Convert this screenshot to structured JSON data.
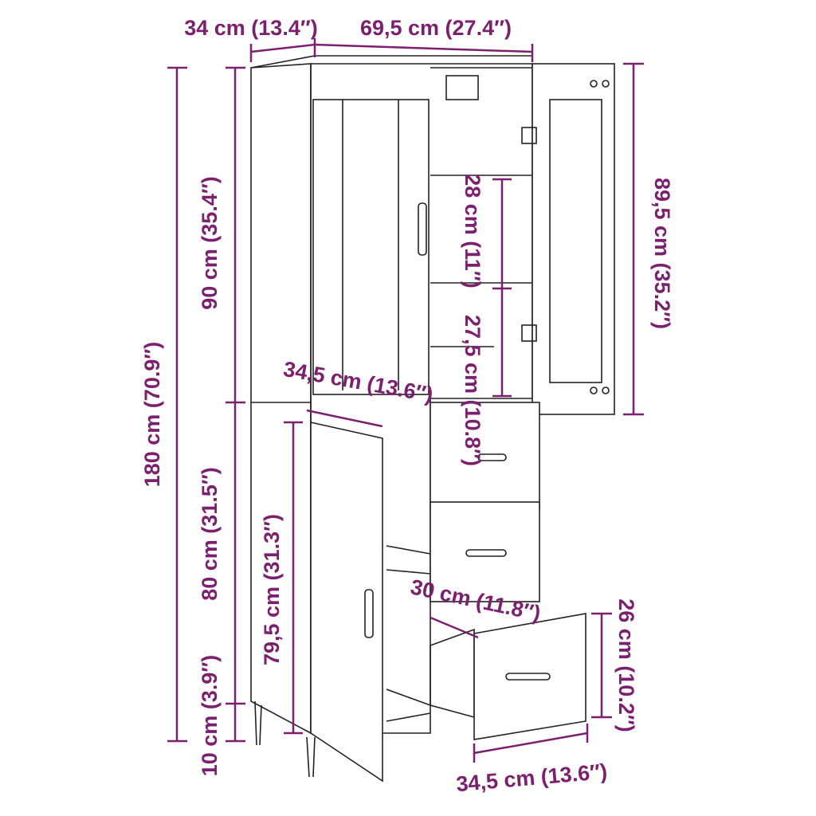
{
  "colors": {
    "dimension": "#7b1f6e",
    "outline": "#222222",
    "background": "#ffffff"
  },
  "dimensions": {
    "depth_top": "34 cm (13.4″)",
    "width_top": "69,5 cm (27.4″)",
    "total_height": "180 cm (70.9″)",
    "upper_height": "90 cm (35.4″)",
    "lower_height": "80 cm (31.5″)",
    "leg_height": "10 cm (3.9″)",
    "lower_door_height": "79,5 cm (31.3″)",
    "shelf_depth": "34,5 cm (13.6″)",
    "upper_shelf_gap": "28 cm (11″)",
    "lower_shelf_gap": "27,5 cm (10.8″)",
    "upper_door_height": "89,5 cm (35.2″)",
    "drawer_depth": "30 cm (11.8″)",
    "drawer_height": "26 cm (10.2″)",
    "drawer_width": "34,5 cm (13.6″)"
  }
}
